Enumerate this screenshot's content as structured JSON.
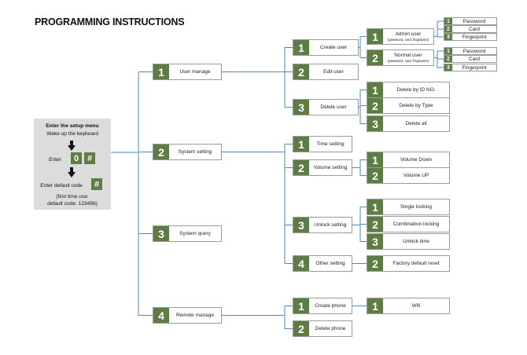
{
  "title": "PROGRAMMING INSTRUCTIONS",
  "setup": {
    "line1": "Enter the setup menu",
    "line2": "Wake up the keyboard",
    "enter_label": "Enter",
    "key1": "0",
    "key2": "#",
    "default_label": "Enter default code",
    "key3": "#",
    "note1": "(first time use:",
    "note2": "default code: 123456)"
  },
  "colors": {
    "accent": "#5e7d45",
    "wire": "#4a8bc4",
    "panel": "#dcdcdc"
  },
  "menu": [
    {
      "num": "1",
      "label": "User manage",
      "children": [
        {
          "num": "1",
          "label": "Create user",
          "children": [
            {
              "num": "1",
              "label": "Admin user",
              "sub": "(password, card, fingerprint)",
              "children": [
                {
                  "num": "1",
                  "label": "Password"
                },
                {
                  "num": "2",
                  "label": "Card"
                },
                {
                  "num": "3",
                  "label": "Fingerprint"
                }
              ]
            },
            {
              "num": "2",
              "label": "Normal user",
              "sub": "(password, card, fingerprint)",
              "children": [
                {
                  "num": "1",
                  "label": "Password"
                },
                {
                  "num": "2",
                  "label": "Card"
                },
                {
                  "num": "3",
                  "label": "Fingerprint"
                }
              ]
            }
          ]
        },
        {
          "num": "2",
          "label": "Edit user"
        },
        {
          "num": "3",
          "label": "Delete user",
          "children": [
            {
              "num": "1",
              "label": "Delete by ID NO."
            },
            {
              "num": "2",
              "label": "Delete by Type"
            },
            {
              "num": "3",
              "label": "Delete all"
            }
          ]
        }
      ]
    },
    {
      "num": "2",
      "label": "System setting",
      "children": [
        {
          "num": "1",
          "label": "Time setting"
        },
        {
          "num": "2",
          "label": "Volume setting",
          "children": [
            {
              "num": "1",
              "label": "Volume Down"
            },
            {
              "num": "2",
              "label": "Volume UP"
            }
          ]
        },
        {
          "num": "3",
          "label": "Unlock setting",
          "children": [
            {
              "num": "1",
              "label": "Single locking"
            },
            {
              "num": "2",
              "label": "Combination locking"
            },
            {
              "num": "3",
              "label": "Unlock time"
            }
          ]
        },
        {
          "num": "4",
          "label": "Other setting",
          "children": [
            {
              "num": "2",
              "label": "Factory default reset"
            }
          ]
        }
      ]
    },
    {
      "num": "3",
      "label": "System query"
    },
    {
      "num": "4",
      "label": "Remote manage",
      "children": [
        {
          "num": "1",
          "label": "Create phone",
          "children": [
            {
              "num": "1",
              "label": "Wifi"
            }
          ]
        },
        {
          "num": "2",
          "label": "Delete phone"
        }
      ]
    }
  ]
}
